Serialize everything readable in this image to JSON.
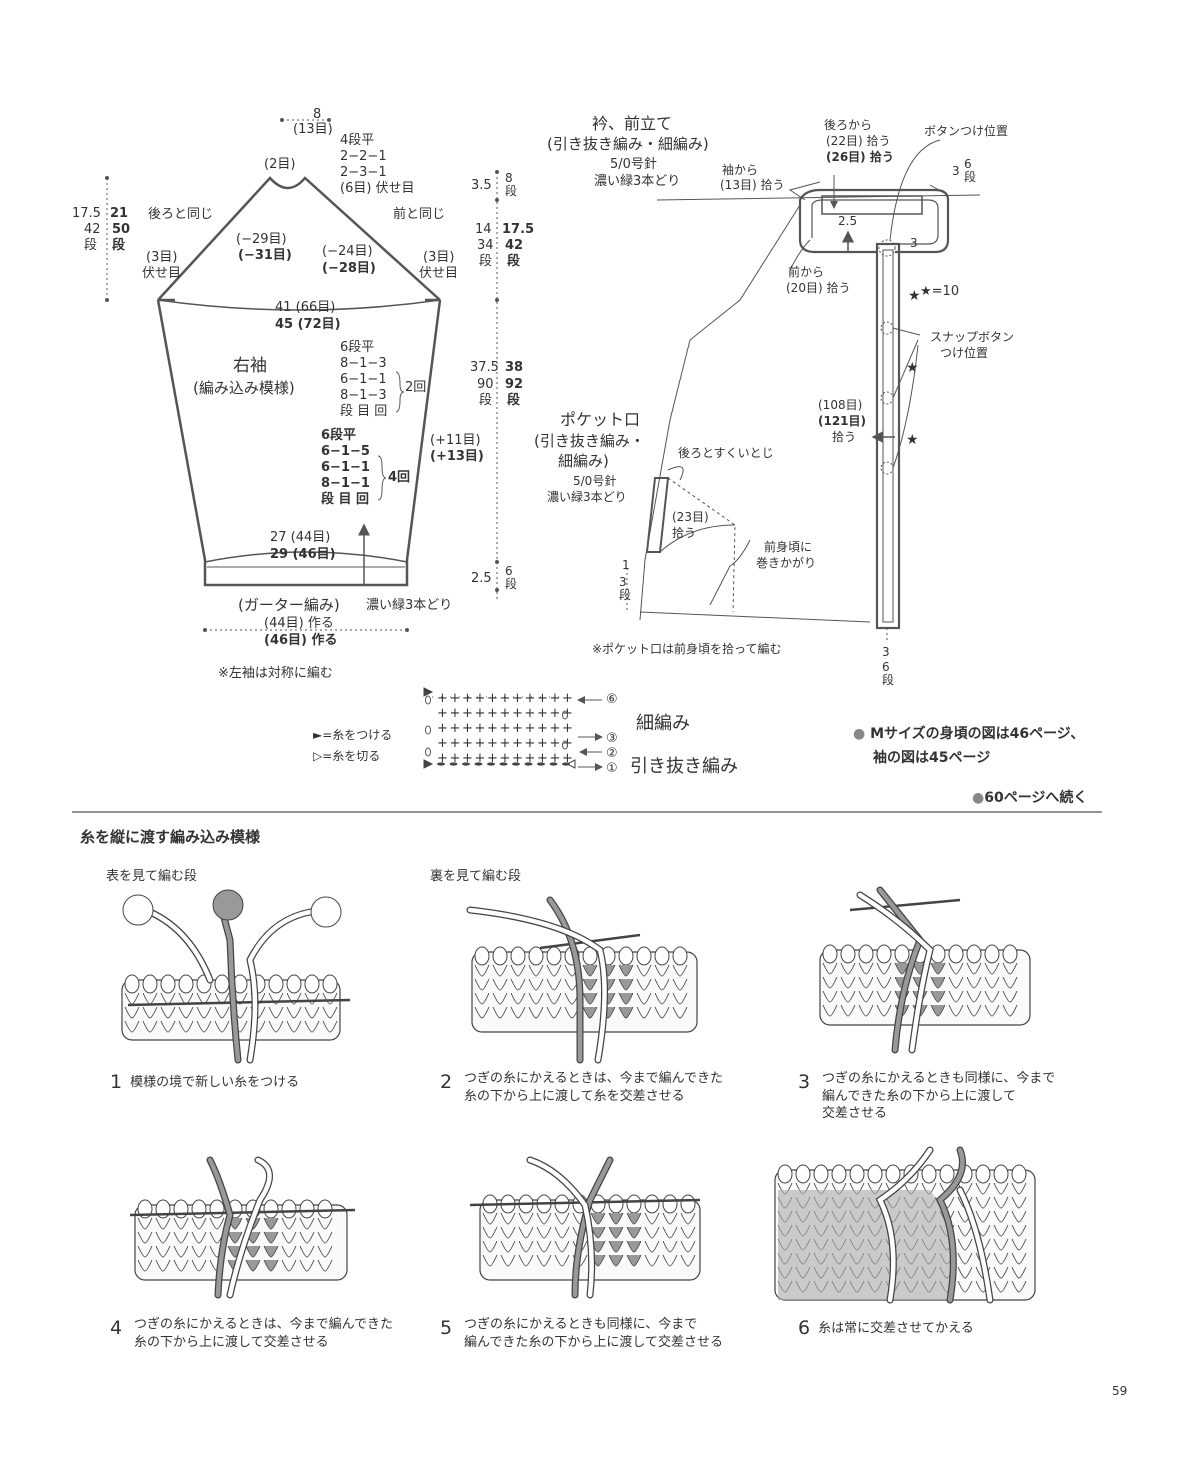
{
  "sleeve": {
    "top_w": "8",
    "top_st": "(13目)",
    "top_dec": [
      "4段平",
      "2−2−1",
      "2−3−1",
      "(6目) 伏せ目"
    ],
    "cap_top": "(2目)",
    "back_same": "後ろと同じ",
    "front_same": "前と同じ",
    "cap_h": "17.5",
    "cap_h_b": "21",
    "cap_rows": "42",
    "cap_rows_b": "50",
    "dan": "段",
    "left_dec": "(−29目)",
    "left_dec_b": "(−31目)",
    "right_dec": "(−24目)",
    "right_dec_b": "(−28目)",
    "bo3": "(3目)",
    "bo": "伏せ目",
    "width": "41 (66目)",
    "width_b": "45 (72目)",
    "title": "右袖",
    "subtitle": "(編み込み模様)",
    "inc1": [
      "6段平",
      "8−1−3",
      "6−1−1",
      "8−1−3",
      "段 目 回"
    ],
    "inc1_times": "2回",
    "inc2": [
      "6段平",
      "6−1−5",
      "6−1−1",
      "8−1−1",
      "段 目 回"
    ],
    "inc2_times": "4回",
    "inc_total": "(+11目)",
    "inc_total_b": "(+13目)",
    "cuff_w": "27 (44目)",
    "cuff_w_b": "29 (46目)",
    "garter": "(ガーター編み)",
    "garter_yarn": "濃い緑3本どり",
    "cast": "(44目) 作る",
    "cast_b": "(46目) 作る",
    "note": "※左袖は対称に編む"
  },
  "heights": {
    "h1": "3.5",
    "h1r": "8",
    "h2": "14",
    "h2b": "17.5",
    "h2r": "34",
    "h2rb": "42",
    "h3": "37.5",
    "h3b": "38",
    "h3r": "90",
    "h3rb": "92",
    "h4": "2.5",
    "h4r": "6",
    "dan": "段"
  },
  "collar": {
    "title": "衿、前立て",
    "sub": "(引き抜き編み・細編み)",
    "needle": "5/0号針",
    "yarn": "濃い緑3本どり",
    "back_pick": "後ろから",
    "back_pick2": "(22目) 拾う",
    "back_pick3": "(26目) 拾う",
    "button_pos": "ボタンつけ位置",
    "sleeve_pick": "袖から",
    "sleeve_pick2": "(13目) 拾う",
    "dim_25": "2.5",
    "dim_3": "3",
    "dim_3b": "3",
    "dim_6": "6",
    "dan": "段",
    "front_pick": "前から",
    "front_pick2": "(20目) 拾う",
    "star10": "★=10",
    "snap": "スナップボタン",
    "snap2": "つけ位置",
    "pick108": "(108目)",
    "pick121": "(121目)",
    "pick_word": "拾う",
    "bottom_3": "3",
    "bottom_6": "6"
  },
  "pocket": {
    "title": "ポケット口",
    "sub1": "(引き抜き編み・",
    "sub2": "細編み)",
    "needle": "5/0号針",
    "yarn": "濃い緑3本どり",
    "back_sew": "後ろとすくいとじ",
    "pick": "(23目)",
    "pick2": "拾う",
    "wrap": "前身頃に",
    "wrap2": "巻きかがり",
    "dim_1": "1",
    "dim_3": "3",
    "dan": "段",
    "note": "※ポケット口は前身頃を拾って編む"
  },
  "legend": {
    "attach": "=糸をつける",
    "cut": "=糸を切る",
    "sc": "細編み",
    "sl": "引き抜き編み",
    "rows": [
      "⑥",
      "③",
      "②",
      "①"
    ]
  },
  "refs": {
    "m_size": "Mサイズの身頃の図は46ページ、",
    "m_size2": "袖の図は45ページ",
    "continue": "60ページへ続く"
  },
  "section": {
    "title": "糸を縦に渡す編み込み模様",
    "front_rows": "表を見て編む段",
    "back_rows": "裏を見て編む段"
  },
  "steps": [
    {
      "num": "1",
      "text": "模様の境で新しい糸をつける"
    },
    {
      "num": "2",
      "text": "つぎの糸にかえるときは、今まで編んできた\n糸の下から上に渡して糸を交差させる"
    },
    {
      "num": "3",
      "text": "つぎの糸にかえるときも同様に、今まで\n編んできた糸の下から上に渡して\n交差させる"
    },
    {
      "num": "4",
      "text": "つぎの糸にかえるときは、今まで編んできた\n糸の下から上に渡して交差させる"
    },
    {
      "num": "5",
      "text": "つぎの糸にかえるときも同様に、今まで\n編んできた糸の下から上に渡して交差させる"
    },
    {
      "num": "6",
      "text": "糸は常に交差させてかえる"
    }
  ],
  "page_number": "59"
}
